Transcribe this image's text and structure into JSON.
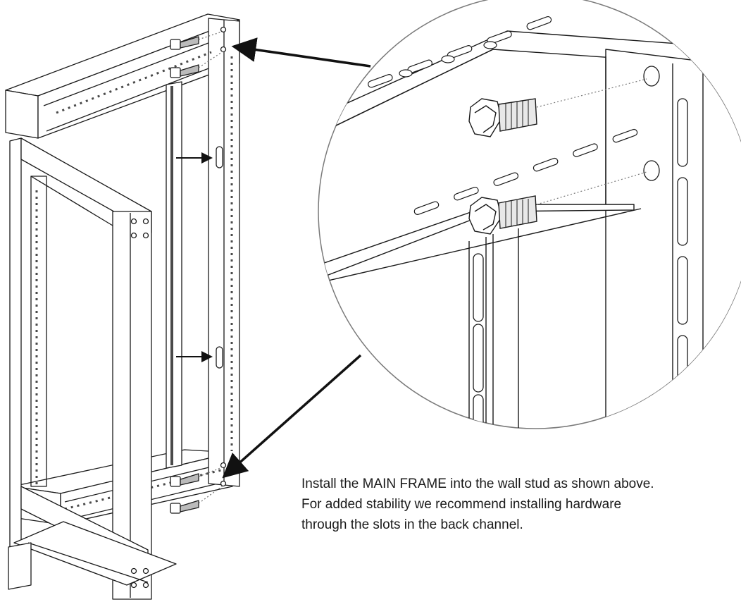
{
  "instructions": {
    "line1": "Install the MAIN FRAME into the wall stud as shown above.",
    "line2": "For added stability we recommend installing hardware",
    "line3": "through the slots in the back channel."
  },
  "colors": {
    "line": "#1a1a1a",
    "fill": "#ffffff",
    "shade": "#4a4a4a",
    "guide": "#7a7a7a"
  },
  "icons": {
    "callout_arrow": "arrow-right",
    "bolt": "hex-bolt"
  }
}
